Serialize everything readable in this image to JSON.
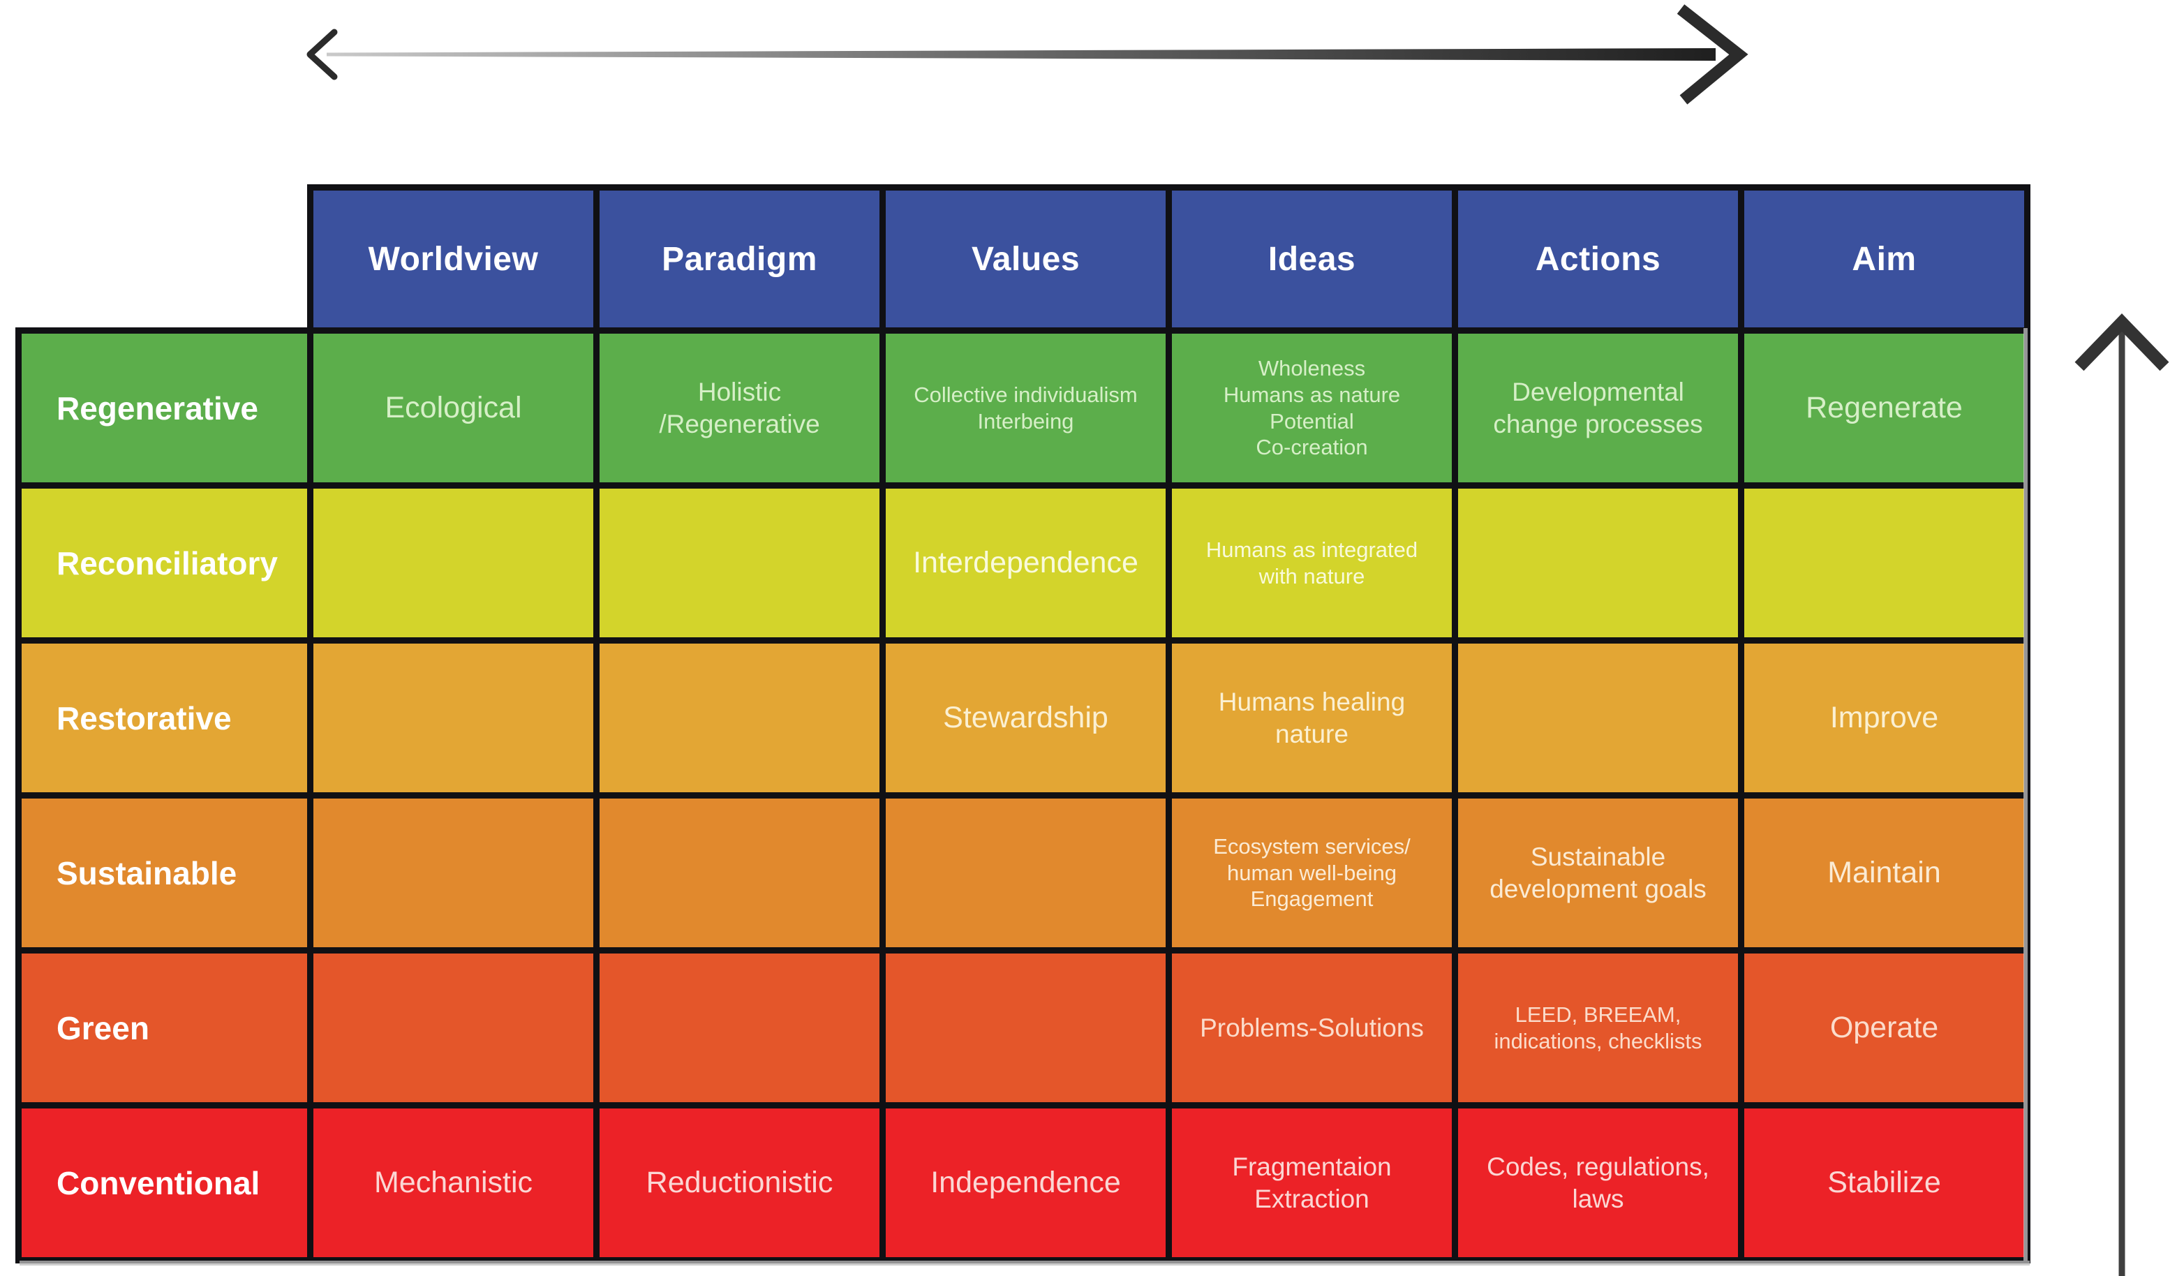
{
  "icons": {
    "horizontal_spectrum_arrow": "double-ended-horizontal-arrow",
    "vertical_up_arrow": "upward-vertical-arrow"
  },
  "colors": {
    "column_header_bg": "#3B519E",
    "header_text": "#FFFFFF",
    "grid_border": "#101014",
    "arrow": "#2E2E2E"
  },
  "table": {
    "column_headers": [
      "Worldview",
      "Paradigm",
      "Values",
      "Ideas",
      "Actions",
      "Aim"
    ],
    "rows": [
      {
        "label": "Regenerative",
        "bg": "#5CAE4B",
        "cell_text_color": "#D6EFC7",
        "cells": [
          "Ecological",
          "Holistic\n/Regenerative",
          "Collective individualism\nInterbeing",
          "Wholeness\nHumans as nature\nPotential\nCo-creation",
          "Developmental\nchange processes",
          "Regenerate"
        ]
      },
      {
        "label": "Reconciliatory",
        "bg": "#D3D42B",
        "cell_text_color": "#F9FADB",
        "cells": [
          "",
          "",
          "Interdependence",
          "Humans as integrated\nwith nature",
          "",
          ""
        ]
      },
      {
        "label": "Restorative",
        "bg": "#E3A634",
        "cell_text_color": "#FBF0D2",
        "cells": [
          "",
          "",
          "Stewardship",
          "Humans healing\nnature",
          "",
          "Improve"
        ]
      },
      {
        "label": "Sustainable",
        "bg": "#E1892D",
        "cell_text_color": "#FBEBD4",
        "cells": [
          "",
          "",
          "",
          "Ecosystem services/\nhuman well-being\nEngagement",
          "Sustainable\ndevelopment goals",
          "Maintain"
        ]
      },
      {
        "label": "Green",
        "bg": "#E4562A",
        "cell_text_color": "#FBDCCB",
        "cells": [
          "",
          "",
          "",
          "Problems-Solutions",
          "LEED, BREEAM,\nindications, checklists",
          "Operate"
        ]
      },
      {
        "label": "Conventional",
        "bg": "#EC2227",
        "cell_text_color": "#FBD7D4",
        "cells": [
          "Mechanistic",
          "Reductionistic",
          "Independence",
          "Fragmentaion\nExtraction",
          "Codes, regulations,\nlaws",
          "Stabilize"
        ]
      }
    ]
  }
}
